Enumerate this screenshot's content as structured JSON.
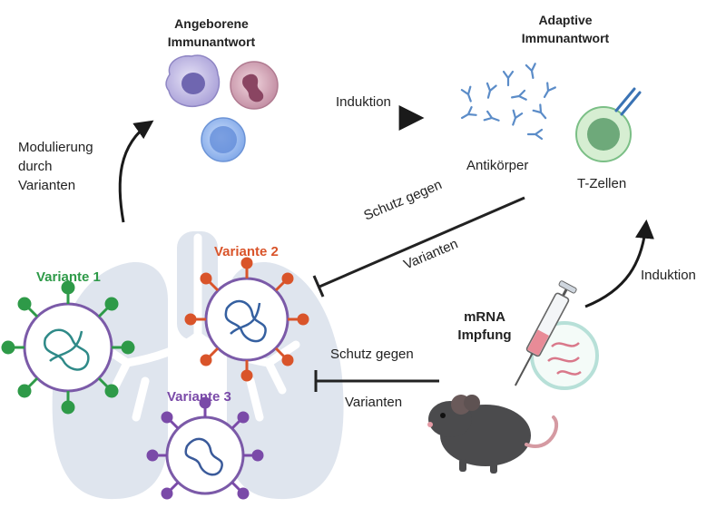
{
  "innate": {
    "line1": "Angeborene",
    "line2": "Immunantwort"
  },
  "adaptive": {
    "line1": "Adaptive",
    "line2": "Immunantwort"
  },
  "induction_top": "Induktion",
  "antibodies": "Antikörper",
  "tcells": "T-Zellen",
  "modulation": {
    "line1": "Modulierung",
    "line2": "durch",
    "line3": "Varianten"
  },
  "protection_diag": {
    "line1": "Schutz gegen",
    "line2": "Varianten"
  },
  "protection_low": {
    "line1": "Schutz gegen",
    "line2": "Varianten"
  },
  "induction_right": "Induktion",
  "mrna": {
    "line1": "mRNA",
    "line2": "Impfung"
  },
  "variants": [
    {
      "label": "Variante 1",
      "color": "#2e9a48"
    },
    {
      "label": "Variante 2",
      "color": "#d9542a"
    },
    {
      "label": "Variante 3",
      "color": "#7a4aa8"
    }
  ]
}
